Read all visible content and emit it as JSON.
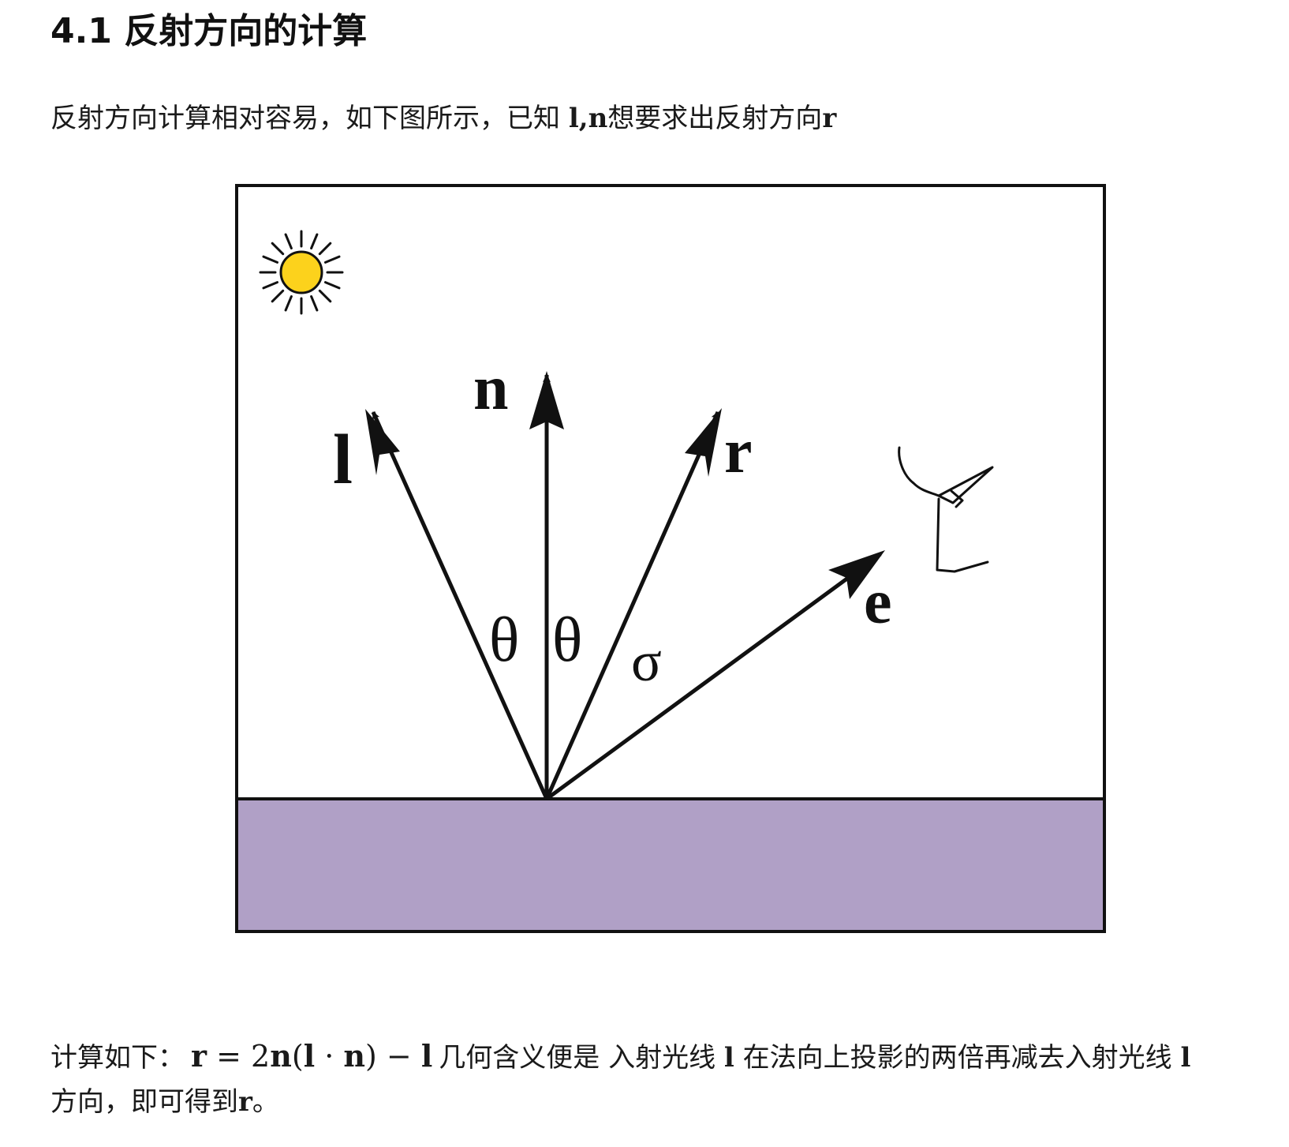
{
  "heading": "4.1 反射方向的计算",
  "intro": {
    "text": "反射方向计算相对容易，如下图所示，已知 ",
    "vec_l": "l",
    "comma": ",",
    "vec_n": "n",
    "text2": "想要求出反射方向",
    "vec_r": "r"
  },
  "figure": {
    "labels": {
      "l": "l",
      "n": "n",
      "r": "r",
      "e": "e",
      "theta_left": "θ",
      "theta_right": "θ",
      "sigma": "σ"
    },
    "colors": {
      "surface": "#b0a0c6",
      "sun": "#fcd21c",
      "stroke": "#111111"
    },
    "icons": {
      "light": "sun-icon",
      "viewer": "eye-icon"
    }
  },
  "formula": {
    "prefix": "计算如下：",
    "r": "r",
    "eq": " = 2",
    "n1": "n",
    "open": "(",
    "l1": "l",
    "dot": " · ",
    "n2": "n",
    "close": ")",
    "minus": " − ",
    "l2": "l",
    "text1": "几何含义便是 入射光线 ",
    "l3": "l",
    "text2": " 在法向上投影的两倍再减去入射光线 ",
    "l4": "l",
    "text3": "方向，即可得到",
    "r2": "r",
    "end": "。"
  }
}
